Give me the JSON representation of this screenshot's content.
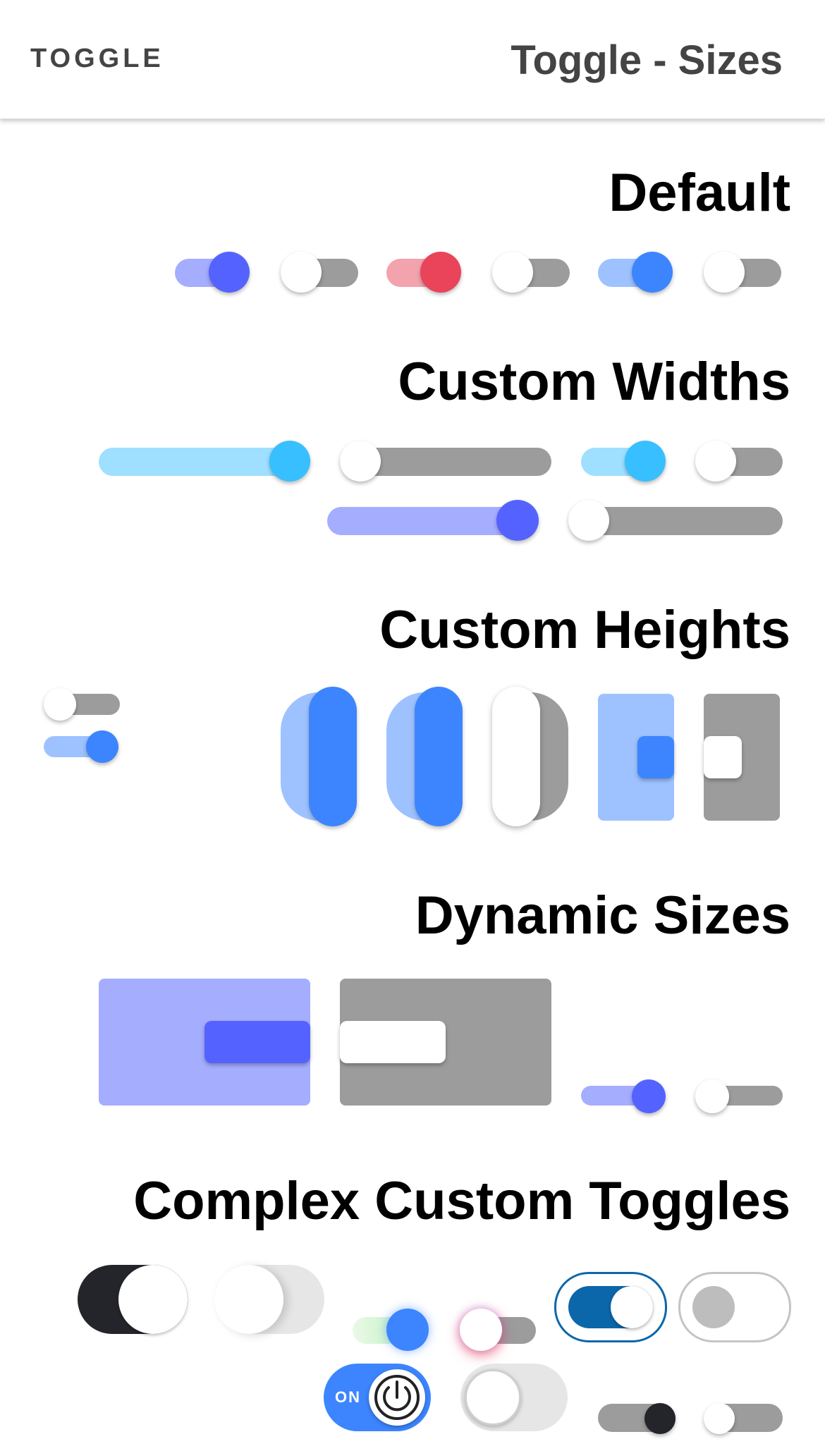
{
  "header": {
    "left_label": "TOGGLE",
    "title": "Toggle - Sizes"
  },
  "sections": {
    "default": "Default",
    "custom_widths": "Custom Widths",
    "custom_heights": "Custom Heights",
    "dynamic_sizes": "Dynamic Sizes",
    "complex": "Complex Custom Toggles"
  },
  "complex": {
    "on_label": "ON"
  },
  "colors": {
    "indigo": "#5463FF",
    "indigo_light": "#A5ADFF",
    "red": "#E9445A",
    "red_light": "#F3A3AE",
    "blue": "#3C85FF",
    "blue_light": "#9EC2FF",
    "cyan": "#38BFFF",
    "cyan_light": "#9FDFFF",
    "gray_track": "#9C9C9C",
    "dark_blue": "#0B67AA",
    "dark": "#24252A"
  },
  "toggles": {
    "default": [
      "on",
      "off",
      "on",
      "off",
      "on",
      "off"
    ],
    "custom_widths": [
      "on",
      "off",
      "on",
      "off",
      "on",
      "off"
    ],
    "custom_heights": [
      "off",
      "on",
      "on",
      "on",
      "off",
      "on",
      "off"
    ],
    "dynamic_sizes": [
      "on",
      "off",
      "on",
      "off"
    ],
    "complex": [
      "on",
      "off",
      "on",
      "off",
      "on",
      "off",
      "on",
      "off",
      "on",
      "off"
    ]
  }
}
